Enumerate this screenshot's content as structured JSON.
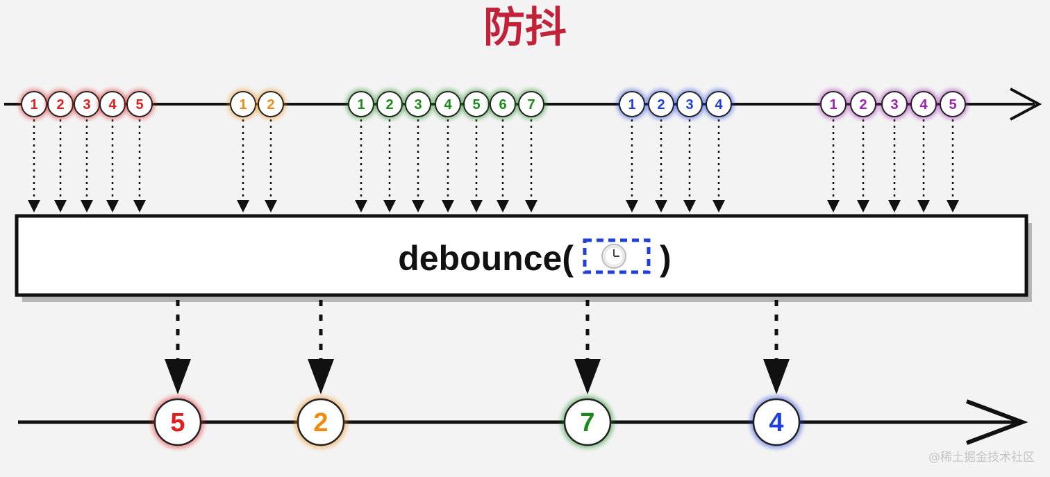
{
  "title": "防抖",
  "operator": {
    "label": "debounce(",
    "close": ")",
    "param_icon": "clock-icon"
  },
  "input_groups": [
    {
      "color": "#e02020",
      "items": [
        "1",
        "2",
        "3",
        "4",
        "5"
      ]
    },
    {
      "color": "#f08a10",
      "items": [
        "1",
        "2"
      ]
    },
    {
      "color": "#1a8a1a",
      "items": [
        "1",
        "2",
        "3",
        "4",
        "5",
        "6",
        "7"
      ]
    },
    {
      "color": "#1f3fd8",
      "items": [
        "1",
        "2",
        "3",
        "4"
      ]
    },
    {
      "color": "#a020b0",
      "items": [
        "1",
        "2",
        "3",
        "4",
        "5"
      ]
    }
  ],
  "outputs": [
    {
      "label": "5",
      "color": "#e02020"
    },
    {
      "label": "2",
      "color": "#f08a10"
    },
    {
      "label": "7",
      "color": "#1a8a1a"
    },
    {
      "label": "4",
      "color": "#1f3fd8"
    }
  ],
  "watermark": "@稀土掘金技术社区"
}
